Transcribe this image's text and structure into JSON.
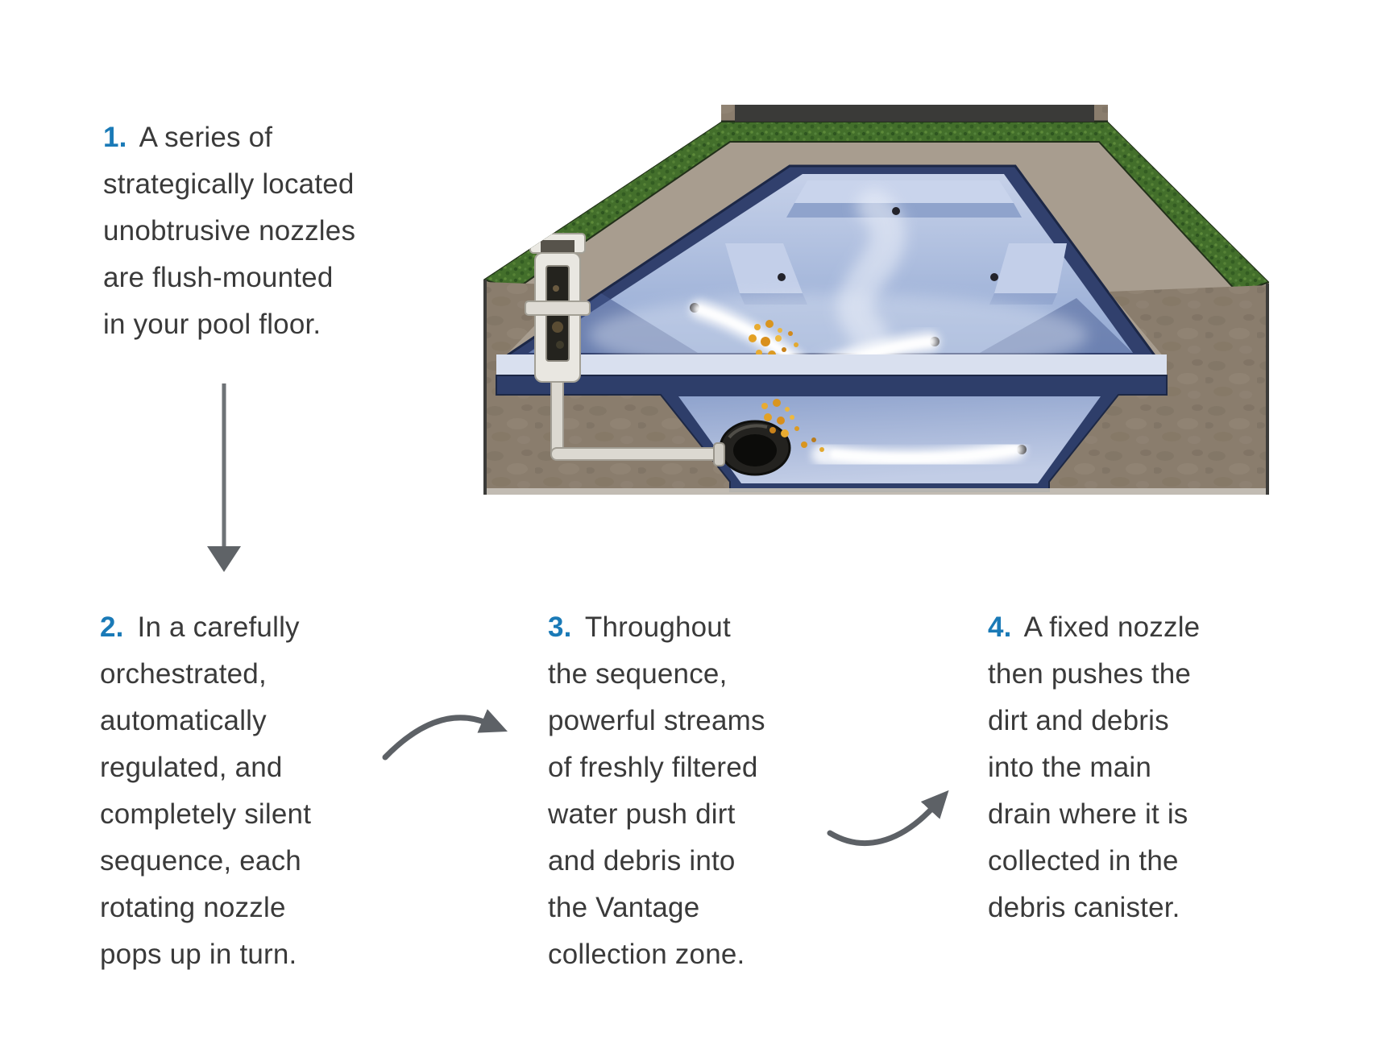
{
  "page": {
    "background": "#ffffff"
  },
  "palette": {
    "accent_blue": "#1a7ab7",
    "text": "#3a3a3a",
    "arrow_gray": "#5d6166",
    "grass": "#436f2b",
    "deck": "#a89d8f",
    "soil": "#8a7d6d",
    "pool_wall": "#31406d",
    "water_surface": "#aebedd",
    "pool_floor": "#a9b9dc",
    "drain": "#23221f",
    "debris": "#e3a52b",
    "jet": "#ffffff",
    "canister": "#e9e7e1",
    "hedge_bar": "#3a3a38"
  },
  "steps": [
    {
      "number": "1.",
      "text": " A series of\nstrategically located\nunobtrusive nozzles\nare flush-mounted\nin your pool floor."
    },
    {
      "number": "2.",
      "text": " In a carefully\norchestrated,\nautomatically\nregulated, and\ncompletely silent\nsequence, each\nrotating nozzle\npops up in turn."
    },
    {
      "number": "3.",
      "text": " Throughout\nthe sequence,\npowerful streams\nof freshly filtered\nwater push dirt\nand debris into\nthe Vantage\ncollection zone."
    },
    {
      "number": "4.",
      "text": " A fixed nozzle\nthen pushes the\ndirt and debris\ninto the main\ndrain where it is\ncollected in the\ndebris canister."
    }
  ],
  "illustration": {
    "name": "pool-cutaway"
  }
}
